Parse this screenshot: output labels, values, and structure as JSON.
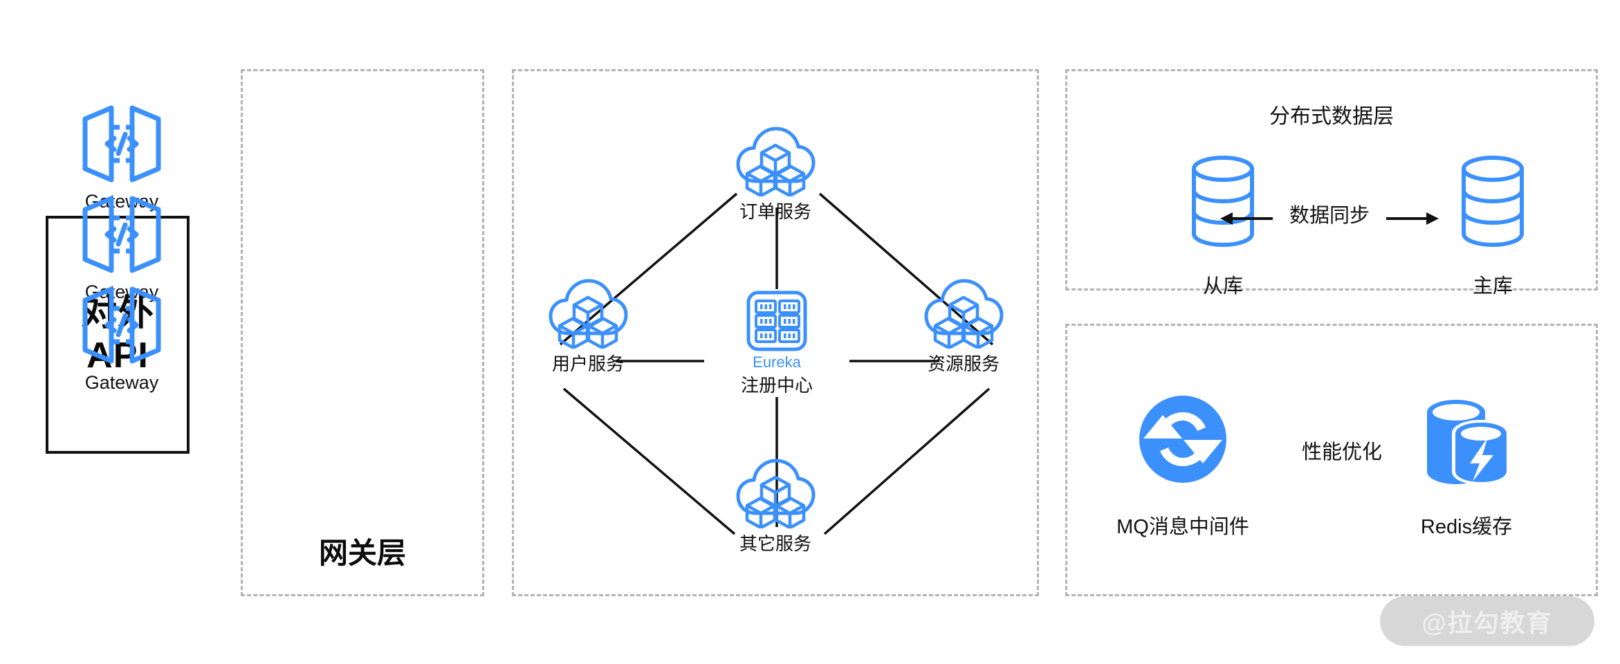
{
  "colors": {
    "brand_blue": "#3b90fb",
    "line_black": "#111111",
    "dashed_border": "#b3b3b3",
    "watermark_pill": "#d7d7d7"
  },
  "external_api": {
    "line1": "对外",
    "line2": "API"
  },
  "gateway_section": {
    "layer_label": "网关层",
    "items": [
      {
        "label": "Gateway",
        "icon": "api-gateway-icon"
      },
      {
        "label": "Gateway",
        "icon": "api-gateway-icon"
      },
      {
        "label": "Gateway",
        "icon": "api-gateway-icon"
      }
    ]
  },
  "microservice_section": {
    "registry": {
      "brand": "Eureka",
      "label": "注册中心",
      "icon": "server-rack-icon"
    },
    "services": [
      {
        "label": "订单服务",
        "icon": "cloud-cubes-icon",
        "position": "top"
      },
      {
        "label": "用户服务",
        "icon": "cloud-cubes-icon",
        "position": "left"
      },
      {
        "label": "资源服务",
        "icon": "cloud-cubes-icon",
        "position": "right"
      },
      {
        "label": "其它服务",
        "icon": "cloud-cubes-icon",
        "position": "bottom"
      }
    ]
  },
  "data_section": {
    "title": "分布式数据层",
    "sync_label": "数据同步",
    "databases": [
      {
        "label": "从库",
        "icon": "database-cylinder-icon"
      },
      {
        "label": "主库",
        "icon": "database-cylinder-icon"
      }
    ]
  },
  "performance_section": {
    "center_label": "性能优化",
    "items": [
      {
        "label": "MQ消息中间件",
        "icon": "message-queue-sync-icon"
      },
      {
        "label": "Redis缓存",
        "icon": "redis-cache-icon"
      }
    ]
  },
  "watermark": {
    "text": "@拉勾教育"
  }
}
